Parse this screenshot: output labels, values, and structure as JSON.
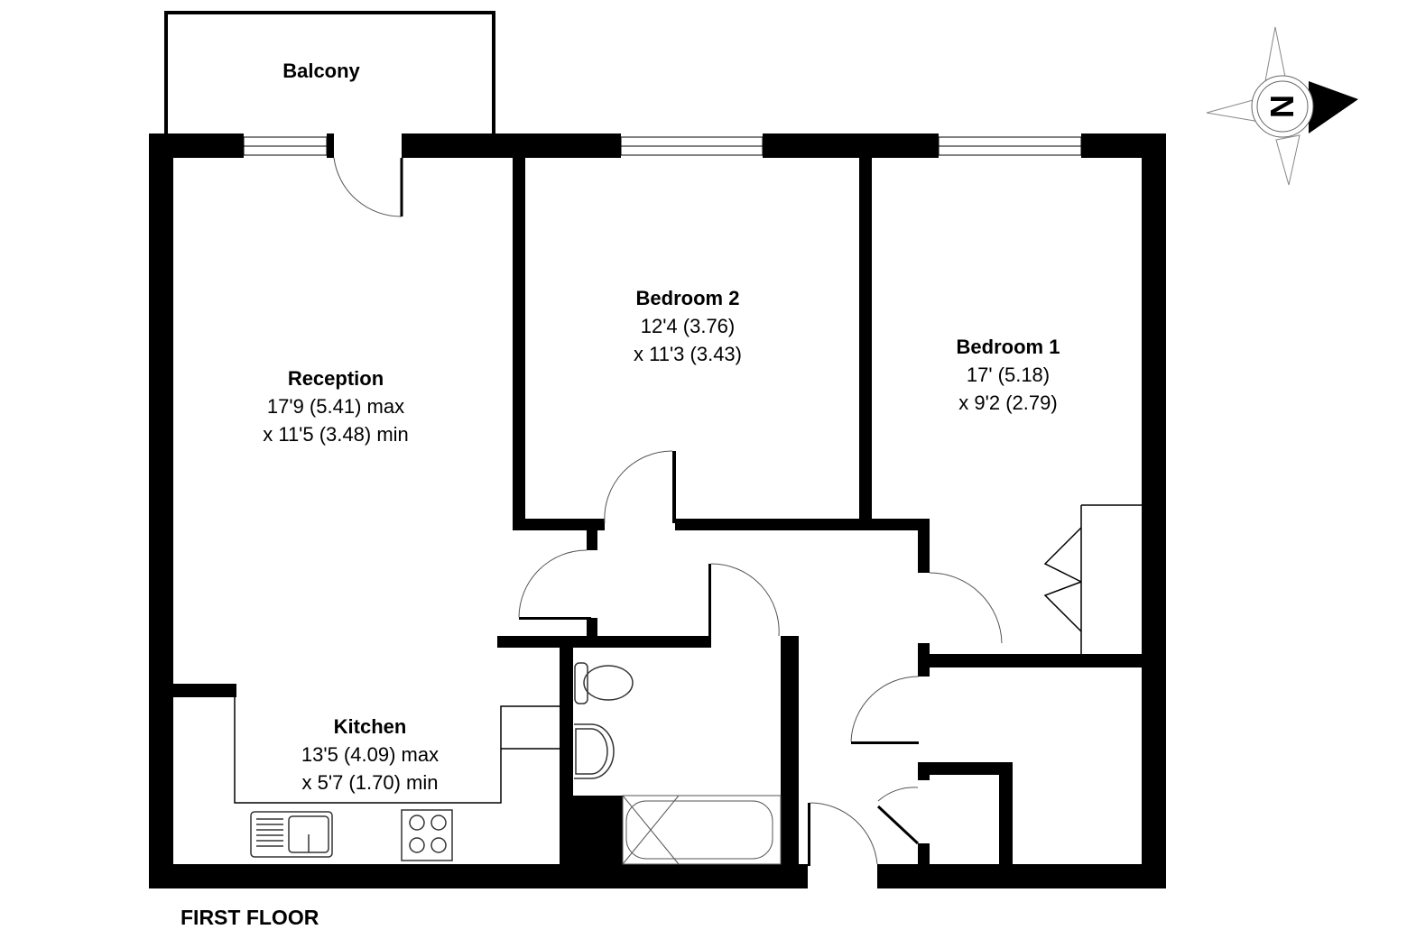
{
  "floor_label": "FIRST FLOOR",
  "compass": {
    "letter": "N",
    "icon": "north-arrow-icon"
  },
  "rooms": {
    "balcony": {
      "name": "Balcony"
    },
    "reception": {
      "name": "Reception",
      "dim1": "17'9 (5.41) max",
      "dim2": "x 11'5 (3.48) min"
    },
    "bedroom2": {
      "name": "Bedroom 2",
      "dim1": "12'4 (3.76)",
      "dim2": "x 11'3 (3.43)"
    },
    "bedroom1": {
      "name": "Bedroom 1",
      "dim1": "17' (5.18)",
      "dim2": "x 9'2 (2.79)"
    },
    "kitchen": {
      "name": "Kitchen",
      "dim1": "13'5 (4.09) max",
      "dim2": "x 5'7 (1.70) min"
    }
  }
}
